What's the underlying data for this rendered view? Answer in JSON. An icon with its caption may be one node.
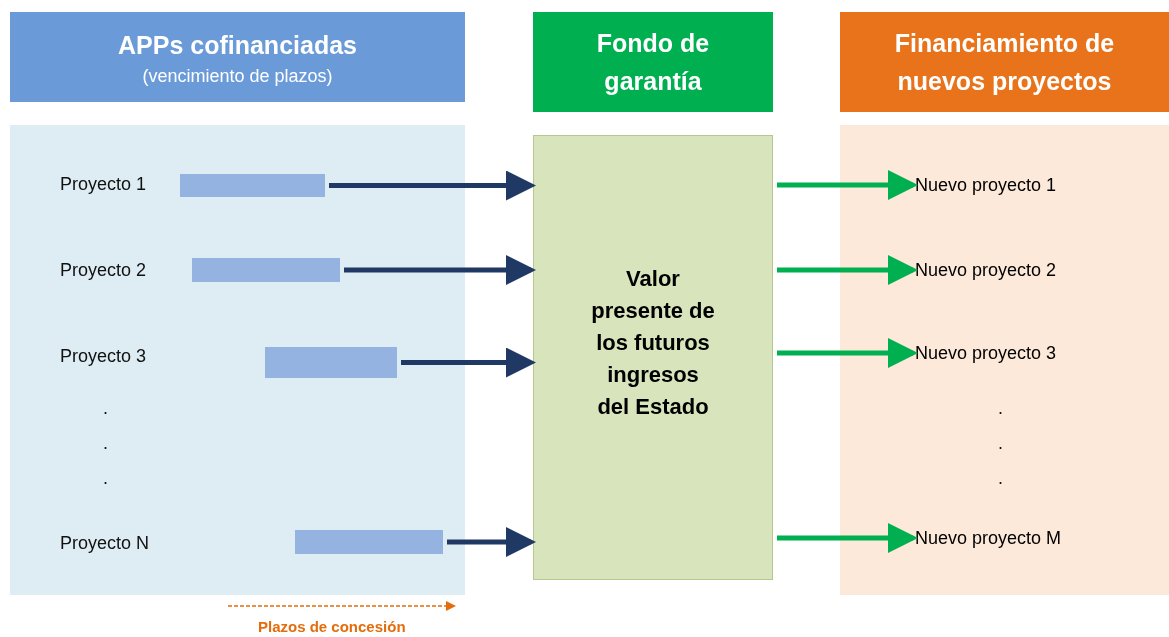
{
  "diagram": {
    "nodes": [
      {
        "text": [
          "APPs cofinanciadas",
          "(vencimiento de plazos)"
        ]
      },
      {
        "text": [],
        "shape": "box"
      },
      {
        "text": [],
        "shape": "bar",
        "in": 1
      },
      {
        "text": [],
        "shape": "bar",
        "in": 1
      },
      {
        "text": [],
        "shape": "bar",
        "in": 1
      },
      {
        "text": [],
        "shape": "bar",
        "in": 1
      },
      {
        "text": [
          "Fondo de garantía"
        ]
      },
      {
        "text": [
          "Valor presente de los futuros ingresos del Estado"
        ]
      },
      {
        "text": [
          "Financiamiento de nuevos proyectos"
        ]
      },
      {
        "text": [],
        "shape": "box"
      },
      {
        "text": [
          "Nuevo proyecto 1"
        ],
        "in": 9
      },
      {
        "text": [
          "Nuevo proyecto 2"
        ],
        "in": 9
      },
      {
        "text": [
          "Nuevo proyecto 3"
        ],
        "in": 9
      },
      {
        "text": [
          "Nuevo proyecto M"
        ],
        "in": 9
      }
    ],
    "edges": [
      {
        "from": 2,
        "to": 7,
        "arrow": "to",
        "color": "#1f3864"
      },
      {
        "from": 3,
        "to": 7,
        "arrow": "to",
        "color": "#1f3864"
      },
      {
        "from": 4,
        "to": 7,
        "arrow": "to",
        "color": "#1f3864"
      },
      {
        "from": 5,
        "to": 7,
        "arrow": "to",
        "color": "#1f3864"
      },
      {
        "from": 7,
        "to": 10,
        "arrow": "to",
        "color": "#00b050"
      },
      {
        "from": 7,
        "to": 11,
        "arrow": "to",
        "color": "#00b050"
      },
      {
        "from": 7,
        "to": 12,
        "arrow": "to",
        "color": "#00b050"
      },
      {
        "from": 7,
        "to": 13,
        "arrow": "to",
        "color": "#00b050"
      }
    ],
    "labels": [
      "Proyecto 1",
      "Proyecto 2",
      "Proyecto 3",
      ".",
      ".",
      ".",
      "Proyecto N",
      ".",
      ".",
      ".",
      "Plazos de concesión"
    ]
  }
}
